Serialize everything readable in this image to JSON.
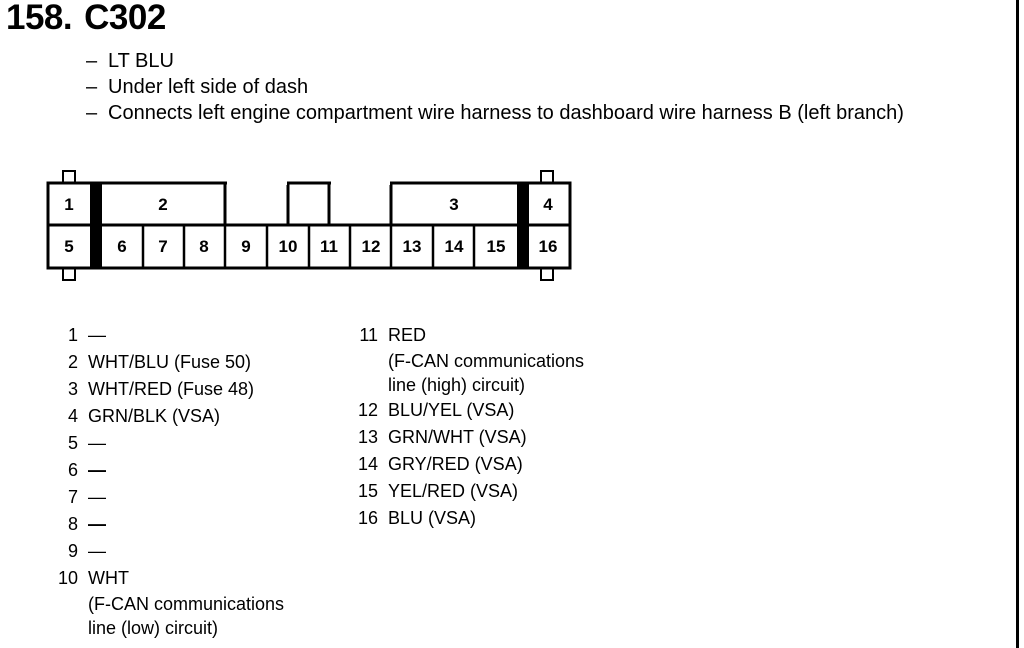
{
  "header": {
    "number": "158.",
    "code": "C302"
  },
  "notes": [
    "LT BLU",
    "Under left side of dash",
    "Connects left engine compartment wire harness to dashboard wire harness B (left branch)"
  ],
  "connector": {
    "top_row_labels": {
      "p1": "1",
      "p2": "2",
      "p3": "3",
      "p4": "4"
    },
    "bottom_row_labels": [
      "5",
      "6",
      "7",
      "8",
      "9",
      "10",
      "11",
      "12",
      "13",
      "14",
      "15",
      "16"
    ]
  },
  "pins": [
    {
      "num": "1",
      "lines": [
        "—"
      ],
      "bold_dash": false
    },
    {
      "num": "2",
      "lines": [
        "WHT/BLU (Fuse 50)"
      ]
    },
    {
      "num": "3",
      "lines": [
        "WHT/RED (Fuse 48)"
      ]
    },
    {
      "num": "4",
      "lines": [
        "GRN/BLK (VSA)"
      ]
    },
    {
      "num": "5",
      "lines": [
        "—"
      ],
      "bold_dash": false
    },
    {
      "num": "6",
      "lines": [
        "—"
      ],
      "bold_dash": true
    },
    {
      "num": "7",
      "lines": [
        "—"
      ],
      "bold_dash": false
    },
    {
      "num": "8",
      "lines": [
        "—"
      ],
      "bold_dash": true
    },
    {
      "num": "9",
      "lines": [
        "—"
      ],
      "bold_dash": false
    },
    {
      "num": "10",
      "lines": [
        "WHT",
        "(F-CAN communications",
        "line (low) circuit)"
      ]
    },
    {
      "num": "11",
      "lines": [
        "RED",
        "(F-CAN communications",
        "line (high) circuit)"
      ]
    },
    {
      "num": "12",
      "lines": [
        "BLU/YEL (VSA)"
      ]
    },
    {
      "num": "13",
      "lines": [
        "GRN/WHT (VSA)"
      ]
    },
    {
      "num": "14",
      "lines": [
        "GRY/RED (VSA)"
      ]
    },
    {
      "num": "15",
      "lines": [
        "YEL/RED (VSA)"
      ]
    },
    {
      "num": "16",
      "lines": [
        "BLU (VSA)"
      ]
    }
  ]
}
